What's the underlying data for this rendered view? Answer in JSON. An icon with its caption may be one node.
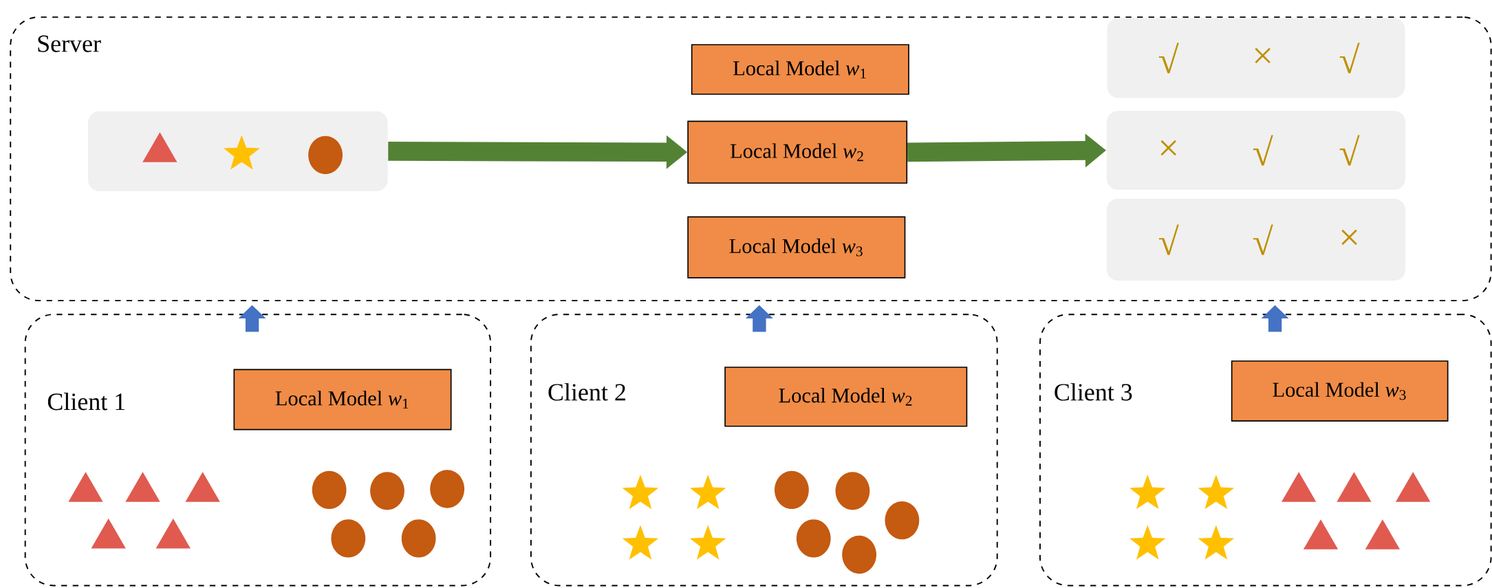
{
  "diagram": {
    "nodes": [
      {
        "text": [
          "Server"
        ]
      },
      {
        "text": [],
        "shape": "box",
        "in": 0
      },
      {
        "text": [
          "Local Model *w*$_{1}$"
        ],
        "in": 0
      },
      {
        "text": [
          "Local Model *w*$_{2}$"
        ],
        "in": 0
      },
      {
        "text": [
          "Local Model *w*$_{3}$"
        ],
        "in": 0
      },
      {
        "text": [
          "√",
          "×",
          "√"
        ],
        "in": 0
      },
      {
        "text": [
          "×",
          "√",
          "√"
        ],
        "in": 0
      },
      {
        "text": [
          "√",
          "√",
          "×"
        ],
        "in": 0
      },
      {
        "text": [
          "Client 1"
        ]
      },
      {
        "text": [
          "Local Model *w*$_{1}$"
        ],
        "in": 8
      },
      {
        "text": [
          "Client 2"
        ]
      },
      {
        "text": [
          "Local Model *w*$_{2}$"
        ],
        "in": 10
      },
      {
        "text": [
          "Client 3"
        ]
      },
      {
        "text": [
          "Local Model *w*$_{3}$"
        ],
        "in": 12
      }
    ],
    "edges": [
      {
        "from": 1,
        "to": 3,
        "arrow": "to",
        "color": "#548235"
      },
      {
        "from": 3,
        "to": 6,
        "arrow": "to",
        "color": "#548235"
      },
      {
        "from": 8,
        "to": 0,
        "arrow": "to"
      },
      {
        "from": 10,
        "to": 0,
        "arrow": "to"
      },
      {
        "from": 12,
        "to": 0,
        "arrow": "to"
      }
    ]
  }
}
